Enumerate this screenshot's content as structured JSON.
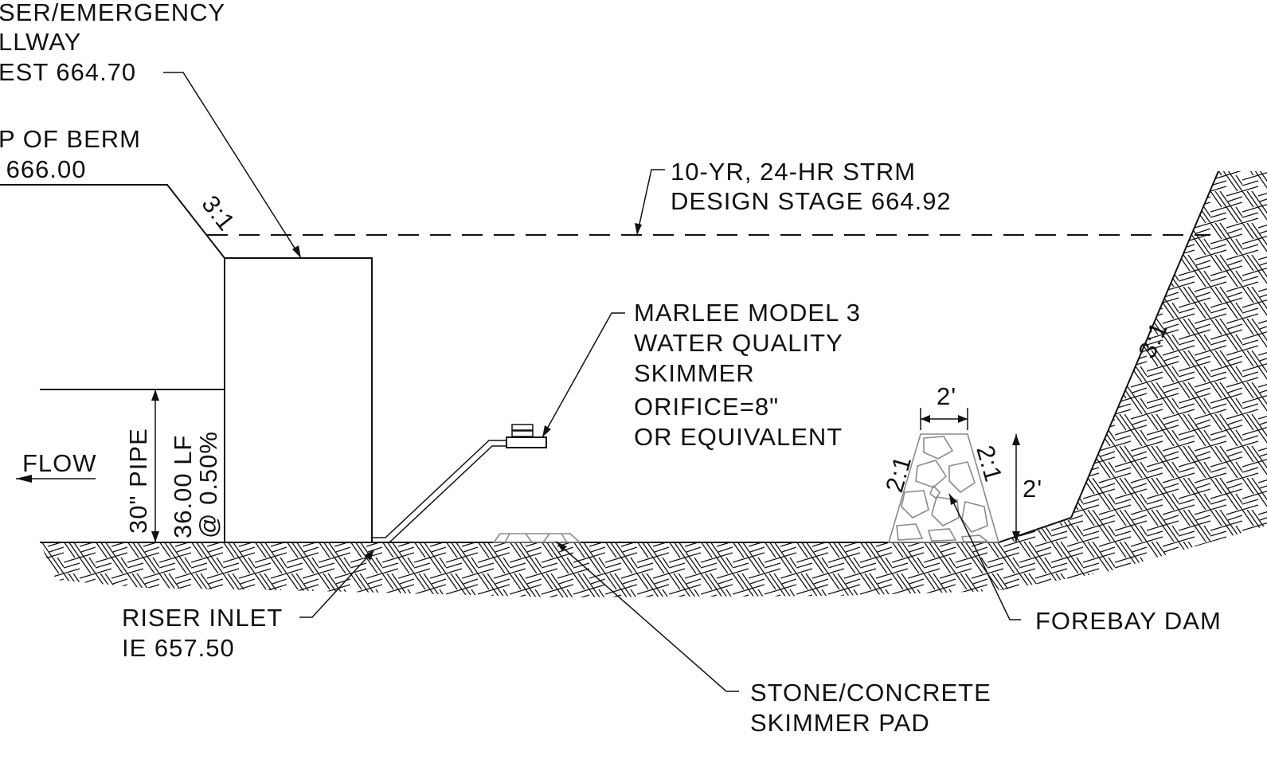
{
  "labels": {
    "spillway": [
      "SER/EMERGENCY",
      "LLWAY",
      "EST 664.70"
    ],
    "berm": [
      "P OF BERM",
      " 666.00"
    ],
    "storm": [
      "10-YR, 24-HR STRM",
      "DESIGN STAGE 664.92"
    ],
    "skimmer": [
      "MARLEE MODEL 3",
      "WATER QUALITY",
      "SKIMMER",
      "ORIFICE=8\"",
      "OR EQUIVALENT"
    ],
    "flow": "FLOW",
    "pipe_size": "30\" PIPE",
    "pipe_length": "36.00 LF",
    "pipe_slope": "@ 0.50%",
    "riser_inlet": [
      "RISER INLET",
      "IE 657.50"
    ],
    "pad": [
      "STONE/CONCRETE",
      "SKIMMER PAD"
    ],
    "forebay": "FOREBAY DAM",
    "slope_left": "3:1",
    "slope_right": "3:1",
    "dam_slope_left": "2:1",
    "dam_slope_right": "2:1",
    "dam_top_width": "2'",
    "dam_height": "2'"
  }
}
